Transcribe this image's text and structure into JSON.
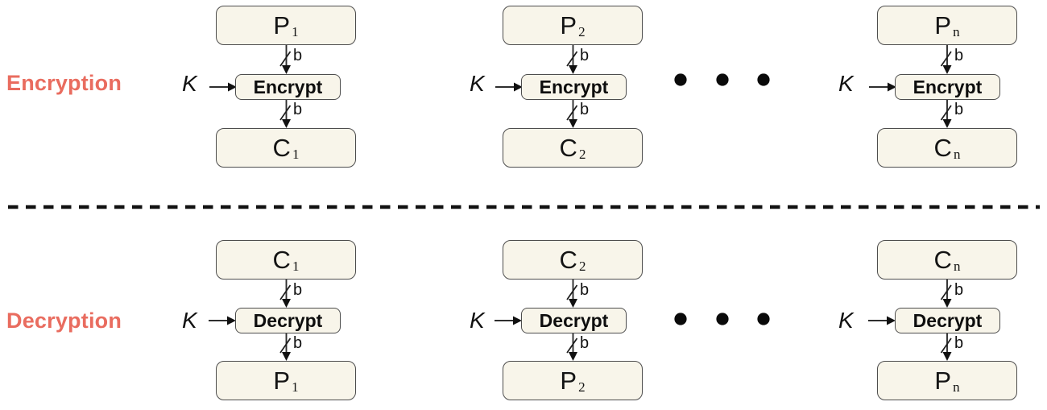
{
  "colors": {
    "accent_red": "#e96c5f",
    "box_fill": "#f8f5ea",
    "box_border": "#4d4d4d",
    "line_dark": "#2e2e2e"
  },
  "labels": {
    "key": "K",
    "bus_width": "b"
  },
  "encryption": {
    "section_label": "Encryption",
    "operation": "Encrypt",
    "columns": [
      {
        "top": {
          "main": "P",
          "sub": "1"
        },
        "bottom": {
          "main": "C",
          "sub": "1"
        }
      },
      {
        "top": {
          "main": "P",
          "sub": "2"
        },
        "bottom": {
          "main": "C",
          "sub": "2"
        }
      },
      {
        "top": {
          "main": "P",
          "sub": "n"
        },
        "bottom": {
          "main": "C",
          "sub": "n"
        }
      }
    ]
  },
  "decryption": {
    "section_label": "Decryption",
    "operation": "Decrypt",
    "columns": [
      {
        "top": {
          "main": "C",
          "sub": "1"
        },
        "bottom": {
          "main": "P",
          "sub": "1"
        }
      },
      {
        "top": {
          "main": "C",
          "sub": "2"
        },
        "bottom": {
          "main": "P",
          "sub": "2"
        }
      },
      {
        "top": {
          "main": "C",
          "sub": "n"
        },
        "bottom": {
          "main": "P",
          "sub": "n"
        }
      }
    ]
  }
}
